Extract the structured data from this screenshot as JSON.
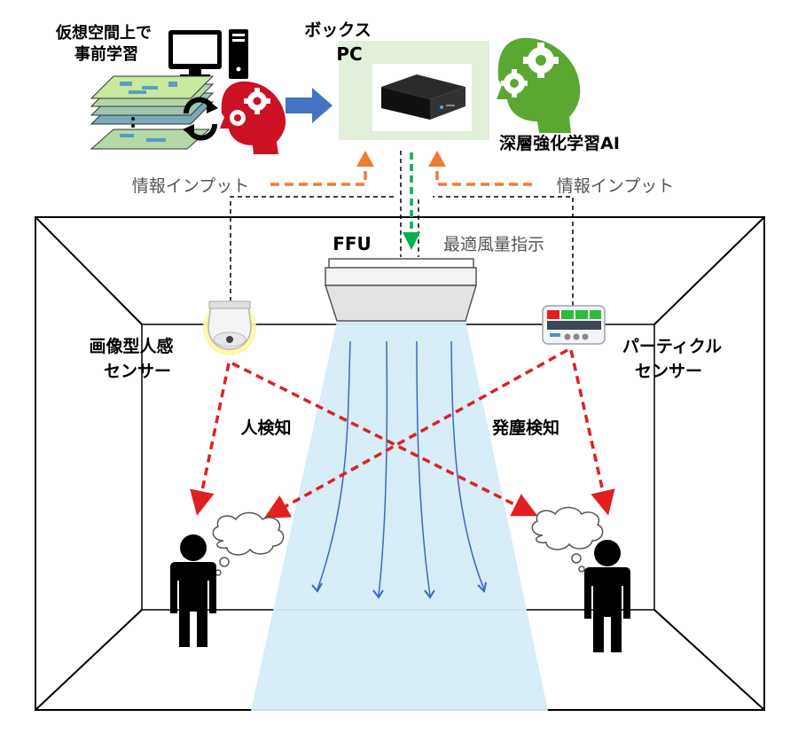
{
  "labels": {
    "virtual_learning_line1": "仮想空間上で",
    "virtual_learning_line2": "事前学習",
    "box_pc_line1": "ボックス",
    "box_pc_line2": "PC",
    "deep_rl_ai": "深層強化学習AI",
    "info_input_left": "情報インプット",
    "info_input_right": "情報インプット",
    "ffu": "FFU",
    "optimal_airflow": "最適風量指示",
    "image_sensor_line1": "画像型人感",
    "image_sensor_line2": "センサー",
    "particle_sensor_line1": "パーティクル",
    "particle_sensor_line2": "センサー",
    "person_detection": "人検知",
    "dust_detection": "発塵検知"
  },
  "icons": {
    "computer": "desktop-computer-icon",
    "gear_head_red": "gear-head-icon",
    "gear_head_green": "gear-head-icon",
    "cycle": "cycle-arrows-icon",
    "person": "person-icon"
  },
  "colors": {
    "green_head": "#5aa832",
    "red_head": "#cc1122",
    "blue_arrow": "#4472c4",
    "orange_arrow": "#ed7d31",
    "green_arrow": "#00b050",
    "red_arrow": "#e02020",
    "airflow": "#d5ecf8",
    "pc_panel": "#e2efda"
  }
}
